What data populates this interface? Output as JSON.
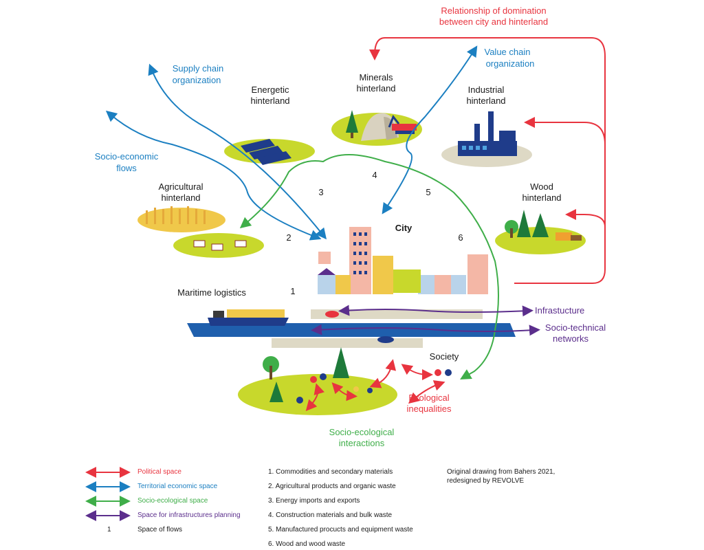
{
  "labels": {
    "domination": [
      "Relationship of domination",
      "between city and hinterland"
    ],
    "value_chain": [
      "Value chain",
      "organization"
    ],
    "supply_chain": [
      "Supply chain",
      "organization"
    ],
    "socio_economic": [
      "Socio-economic",
      "flows"
    ],
    "minerals": [
      "Minerals",
      "hinterland"
    ],
    "energetic": [
      "Energetic",
      "hinterland"
    ],
    "industrial": [
      "Industrial",
      "hinterland"
    ],
    "agricultural": [
      "Agricultural",
      "hinterland"
    ],
    "wood": [
      "Wood",
      "hinterland"
    ],
    "city": "City",
    "maritime": "Maritime logistics",
    "infrastructure": "Infrastucture",
    "socio_technical": [
      "Socio-technical",
      "networks"
    ],
    "society": "Society",
    "ecological_ineq": [
      "Ecological",
      "inequalities"
    ],
    "socio_ecological": [
      "Socio-ecological",
      "interactions"
    ],
    "numbers": [
      "1",
      "2",
      "3",
      "4",
      "5",
      "6"
    ]
  },
  "legend": {
    "arrows": [
      {
        "label": "Political space",
        "color": "#e8343f"
      },
      {
        "label": "Territorial economic space",
        "color": "#1b7fc1"
      },
      {
        "label": "Socio-ecological space",
        "color": "#3fae49"
      },
      {
        "label": "Space for infrastructures planning",
        "color": "#5b2e8c"
      }
    ],
    "flows_number": "1",
    "flows_label": "Space of flows",
    "items": [
      "1. Commodities and secondary materials",
      "2. Agricultural products and organic waste",
      "3. Energy imports and exports",
      "4. Construction materials and bulk waste",
      "5. Manufactured procucts and equipment waste",
      "6. Wood and wood waste"
    ],
    "credit": [
      "Original drawing from Bahers 2021,",
      "redesigned by REVOLVE"
    ]
  },
  "colors": {
    "ground": "#c8d82c",
    "water": "#1f5fad",
    "road": "#ded9c5",
    "sand": "#ded9c5",
    "field": "#f0c84a",
    "tree": "#1e7a3a",
    "building_pink": "#f4b7a6",
    "building_blue": "#b9d3ea"
  }
}
